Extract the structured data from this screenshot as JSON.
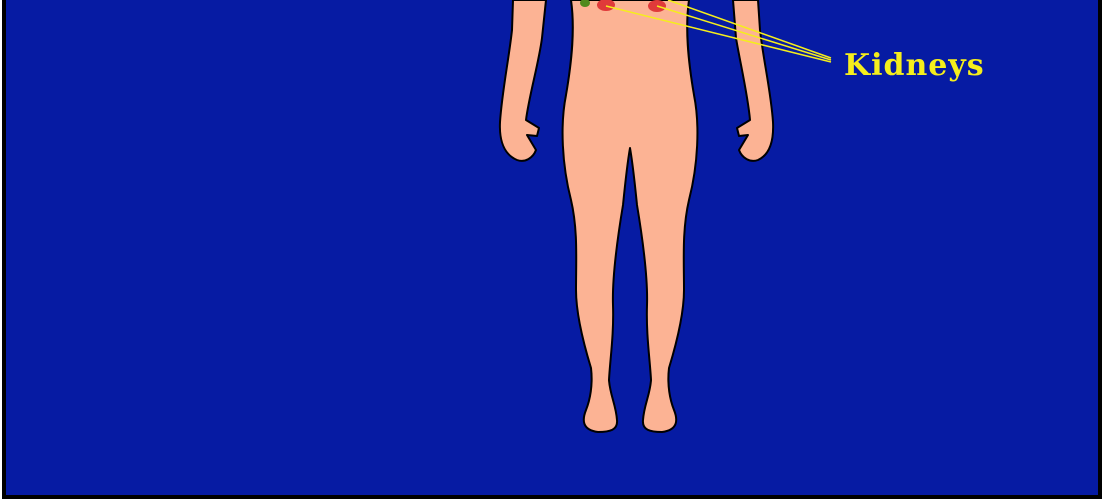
{
  "diagram": {
    "label_text": "Kidneys",
    "colors": {
      "background": "#061ba3",
      "frame": "#000000",
      "skin": "#fcb394",
      "outline": "#000000",
      "kidney": "#e03a3a",
      "adrenal": "#4f8a1e",
      "leader_line": "#f5ee1c",
      "label": "#f5ee1c"
    },
    "icons": [
      "human-body-figure",
      "kidney-marker",
      "adrenal-gland-marker"
    ]
  }
}
